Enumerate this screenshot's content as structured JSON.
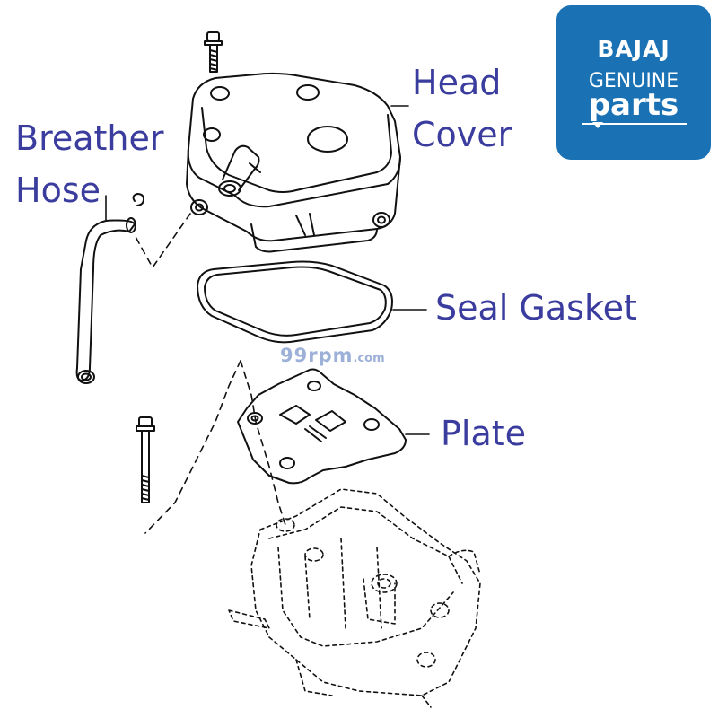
{
  "labels": {
    "head_cover_line1": "Head",
    "head_cover_line2": "Cover",
    "breather_hose_line1": "Breather",
    "breather_hose_line2": "Hose",
    "seal_gasket": "Seal Gasket",
    "plate": "Plate"
  },
  "badge": {
    "brand": "BAJAJ",
    "line2": "GENUINE",
    "line3": "parts",
    "background": "#1a72b5"
  },
  "watermark": {
    "main": "99rpm",
    "suffix": ".com"
  },
  "colors": {
    "label_text": "#3a3c9e",
    "drawing_line": "#111111"
  }
}
